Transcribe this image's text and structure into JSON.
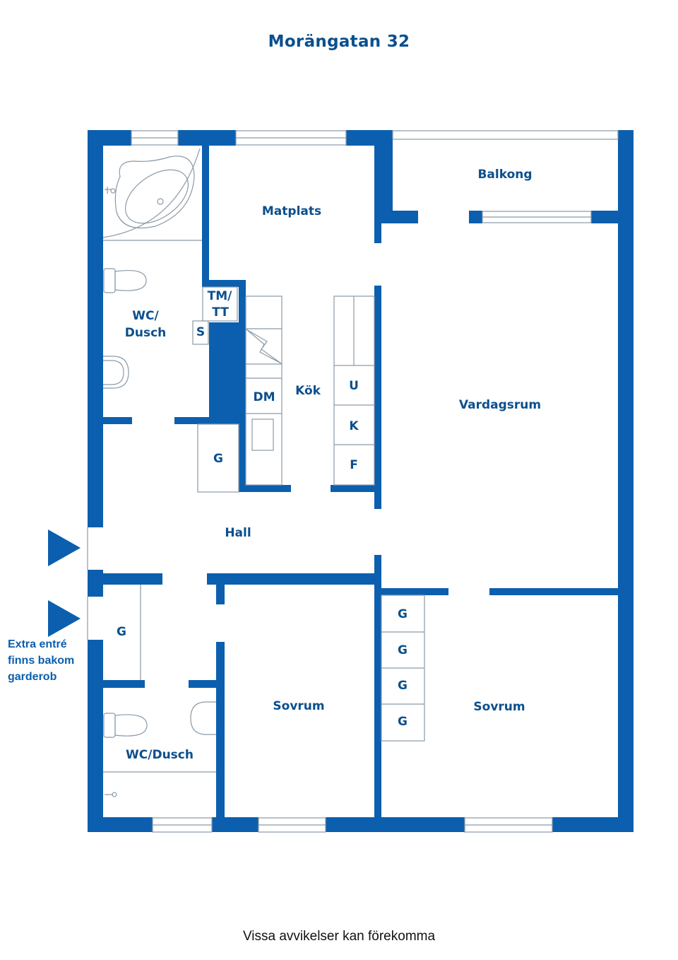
{
  "title": "Morängatan 32",
  "footer": "Vissa avvikelser kan förekomma",
  "colors": {
    "wall": "#0b5fae",
    "text": "#0b4f8e",
    "fixture_line": "#8a9aa8"
  },
  "rooms": {
    "balkong": "Balkong",
    "matplats": "Matplats",
    "wc_dusch_top_1": "WC/",
    "wc_dusch_top_2": "Dusch",
    "tm_tt_1": "TM/",
    "tm_tt_2": "TT",
    "s": "S",
    "kok": "Kök",
    "dm": "DM",
    "u": "U",
    "k": "K",
    "f": "F",
    "g_hall": "G",
    "vardagsrum": "Vardagsrum",
    "hall": "Hall",
    "g_entry": "G",
    "sovrum_left": "Sovrum",
    "sovrum_right": "Sovrum",
    "wardrobes": [
      "G",
      "G",
      "G",
      "G"
    ],
    "wc_dusch_bottom": "WC/Dusch"
  },
  "note": {
    "line1": "Extra entré",
    "line2": "finns bakom",
    "line3": "garderob"
  },
  "entrances": [
    "main-entrance-arrow",
    "extra-entrance-arrow"
  ]
}
